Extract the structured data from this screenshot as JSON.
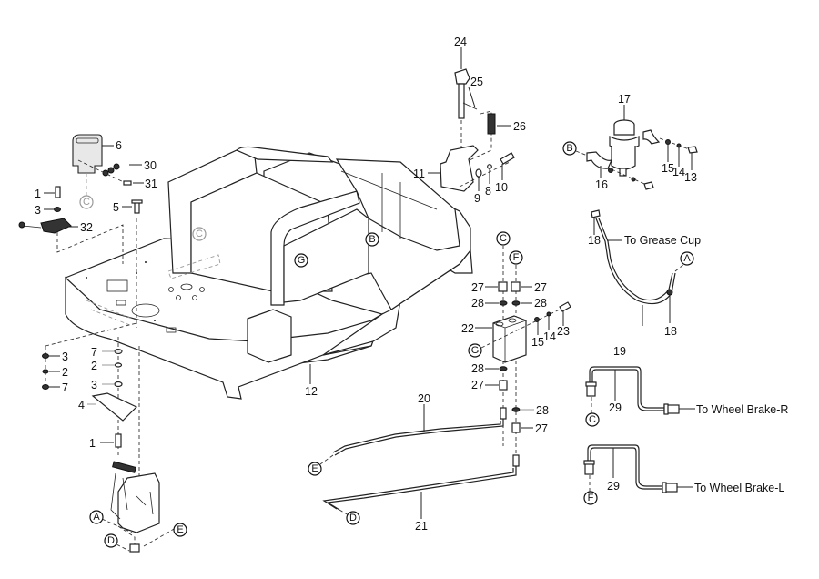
{
  "diagram": {
    "type": "exploded-parts-diagram",
    "callouts": {
      "n1a": "1",
      "n3a": "3",
      "n32": "32",
      "n6": "6",
      "n30": "30",
      "n31": "31",
      "n5": "5",
      "n3b": "3",
      "n2b": "2",
      "n7b": "7",
      "n7c": "7",
      "n2c": "2",
      "n3c": "3",
      "n4": "4",
      "n1c": "1",
      "n12": "12",
      "n24": "24",
      "n25": "25",
      "n26": "26",
      "n11": "11",
      "n9": "9",
      "n8": "8",
      "n10": "10",
      "n17": "17",
      "n16": "16",
      "n15a": "15",
      "n14a": "14",
      "n13": "13",
      "n18a": "18",
      "n18b": "18",
      "n27a": "27",
      "n28a": "28",
      "n27b": "27",
      "n28b": "28",
      "n22": "22",
      "n15b": "15",
      "n14b": "14",
      "n23": "23",
      "n28c": "28",
      "n27c": "27",
      "n28d": "28",
      "n27d": "27",
      "n20": "20",
      "n21": "21",
      "n19": "19",
      "n29a": "29",
      "n29b": "29"
    },
    "annotations": {
      "grease": "To Grease Cup",
      "brake_r": "To Wheel Brake-R",
      "brake_l": "To Wheel Brake-L"
    },
    "reference_markers": {
      "A1": "A",
      "A2": "A",
      "B1": "B",
      "B2": "B",
      "C1": "C",
      "C2": "C",
      "C3": "C",
      "C4": "C",
      "D1": "D",
      "D2": "D",
      "E1": "E",
      "E2": "E",
      "F1": "F",
      "F2": "F",
      "G1": "G",
      "G2": "G"
    }
  }
}
